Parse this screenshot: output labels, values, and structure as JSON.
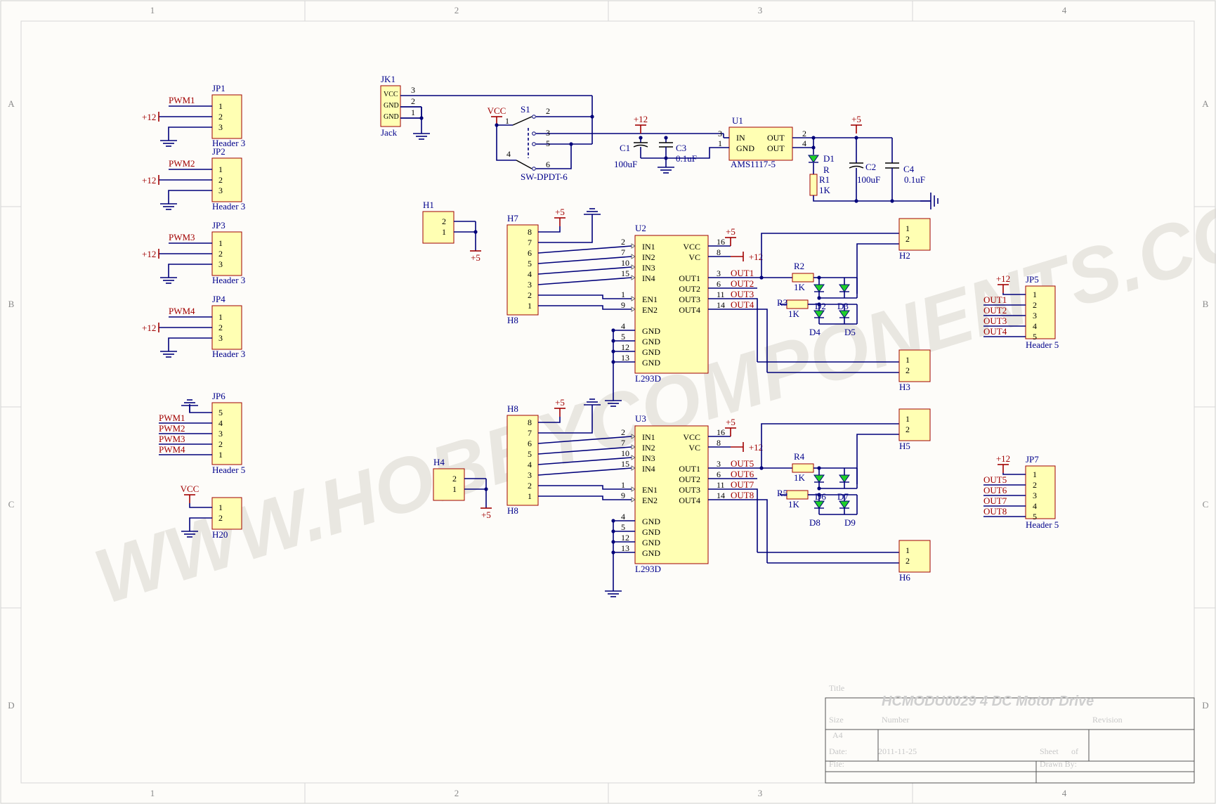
{
  "sheet": {
    "columns": [
      "1",
      "2",
      "3",
      "4"
    ],
    "rows": [
      "A",
      "B",
      "C",
      "D"
    ]
  },
  "watermark": "WWW.HOBBYCOMPONENTS.COM",
  "title_block": {
    "title_label": "Title",
    "title": "HCMODU0029 4 DC Motor Drive",
    "size_label": "Size",
    "size": "A4",
    "number_label": "Number",
    "revision_label": "Revision",
    "date_label": "Date:",
    "date": "2011-11-25",
    "sheet_label": "Sheet",
    "of_label": "of",
    "file_label": "File:",
    "drawn_label": "Drawn By:"
  },
  "headers3": [
    {
      "ref": "JP1",
      "net": "PWM1",
      "pwr": "+12",
      "type": "Header 3"
    },
    {
      "ref": "JP2",
      "net": "PWM2",
      "pwr": "+12",
      "type": "Header 3"
    },
    {
      "ref": "JP3",
      "net": "PWM3",
      "pwr": "+12",
      "type": "Header 3"
    },
    {
      "ref": "JP4",
      "net": "PWM4",
      "pwr": "+12",
      "type": "Header 3"
    }
  ],
  "jp6": {
    "ref": "JP6",
    "type": "Header 5",
    "pins": [
      "5",
      "4",
      "3",
      "2",
      "1"
    ],
    "nets": [
      "PWM1",
      "PWM2",
      "PWM3",
      "PWM4"
    ]
  },
  "h20": {
    "ref": "H20",
    "pwr": "VCC",
    "pins": [
      "1",
      "2"
    ]
  },
  "jack": {
    "ref": "JK1",
    "type": "Jack",
    "pins": [
      "VCC",
      "GND",
      "GND"
    ],
    "nums": [
      "3",
      "2",
      "1"
    ]
  },
  "switch": {
    "ref": "S1",
    "type": "SW-DPDT-6",
    "pwr": "VCC",
    "nums": [
      "1",
      "2",
      "3",
      "4",
      "5",
      "6"
    ]
  },
  "regulator": {
    "ref": "U1",
    "type": "AMS1117-5",
    "pins": [
      "IN",
      "GND",
      "OUT",
      "OUT"
    ],
    "nums": [
      "3",
      "1",
      "2",
      "4"
    ],
    "c1": "C1",
    "c1v": "100uF",
    "c3": "C3",
    "c3v": "0.1uF",
    "c2": "C2",
    "c2v": "100uF",
    "c4": "C4",
    "c4v": "0.1uF",
    "in_pwr": "+12",
    "out_pwr": "+5",
    "d1": "D1",
    "r": "R",
    "r1": "R1",
    "r1v": "1K"
  },
  "h1": {
    "ref": "H1",
    "pins": [
      "2",
      "1"
    ],
    "pwr": "+5"
  },
  "h4": {
    "ref": "H4",
    "pins": [
      "2",
      "1"
    ],
    "pwr": "+5"
  },
  "drivers": [
    {
      "href": "H7",
      "hbot": "H8",
      "pwr": "+5",
      "ref": "U2",
      "type": "L293D",
      "hpins": [
        "8",
        "7",
        "6",
        "5",
        "4",
        "3",
        "2",
        "1"
      ],
      "left": [
        "IN1",
        "IN2",
        "IN3",
        "IN4",
        "EN1",
        "EN2"
      ],
      "lnums": [
        "2",
        "7",
        "10",
        "15",
        "1",
        "9"
      ],
      "gnd": [
        "GND",
        "GND",
        "GND",
        "GND"
      ],
      "gnums": [
        "4",
        "5",
        "12",
        "13"
      ],
      "right": [
        "VCC",
        "VC",
        "OUT1",
        "OUT2",
        "OUT3",
        "OUT4"
      ],
      "rnums": [
        "16",
        "8",
        "3",
        "6",
        "11",
        "14"
      ],
      "outs": [
        "OUT1",
        "OUT2",
        "OUT3",
        "OUT4"
      ],
      "vcc_pwr": "+5",
      "vc_pwr": "+12",
      "ra": "R2",
      "rav": "1K",
      "rb": "R3",
      "rbv": "1K",
      "da": "D2",
      "db": "D3",
      "dc": "D4",
      "dd": "D5",
      "conA": "H2",
      "conB": "H3",
      "con_pins": [
        "1",
        "2"
      ]
    },
    {
      "href": "H8",
      "hbot": "H8",
      "pwr": "+5",
      "ref": "U3",
      "type": "L293D",
      "hpins": [
        "8",
        "7",
        "6",
        "5",
        "4",
        "3",
        "2",
        "1"
      ],
      "left": [
        "IN1",
        "IN2",
        "IN3",
        "IN4",
        "EN1",
        "EN2"
      ],
      "lnums": [
        "2",
        "7",
        "10",
        "15",
        "1",
        "9"
      ],
      "gnd": [
        "GND",
        "GND",
        "GND",
        "GND"
      ],
      "gnums": [
        "4",
        "5",
        "12",
        "13"
      ],
      "right": [
        "VCC",
        "VC",
        "OUT1",
        "OUT2",
        "OUT3",
        "OUT4"
      ],
      "rnums": [
        "16",
        "8",
        "3",
        "6",
        "11",
        "14"
      ],
      "outs": [
        "OUT5",
        "OUT6",
        "OUT7",
        "OUT8"
      ],
      "vcc_pwr": "+5",
      "vc_pwr": "+12",
      "ra": "R4",
      "rav": "1K",
      "rb": "R5",
      "rbv": "1K",
      "da": "D6",
      "db": "D7",
      "dc": "D8",
      "dd": "D9",
      "conA": "H5",
      "conB": "H6",
      "con_pins": [
        "1",
        "2"
      ]
    }
  ],
  "outheaders": [
    {
      "ref": "JP5",
      "type": "Header 5",
      "pwr": "+12",
      "pins": [
        "1",
        "2",
        "3",
        "4",
        "5"
      ],
      "nets": [
        "OUT1",
        "OUT2",
        "OUT3",
        "OUT4"
      ]
    },
    {
      "ref": "JP7",
      "type": "Header 5",
      "pwr": "+12",
      "pins": [
        "1",
        "2",
        "3",
        "4",
        "5"
      ],
      "nets": [
        "OUT5",
        "OUT6",
        "OUT7",
        "OUT8"
      ]
    }
  ]
}
